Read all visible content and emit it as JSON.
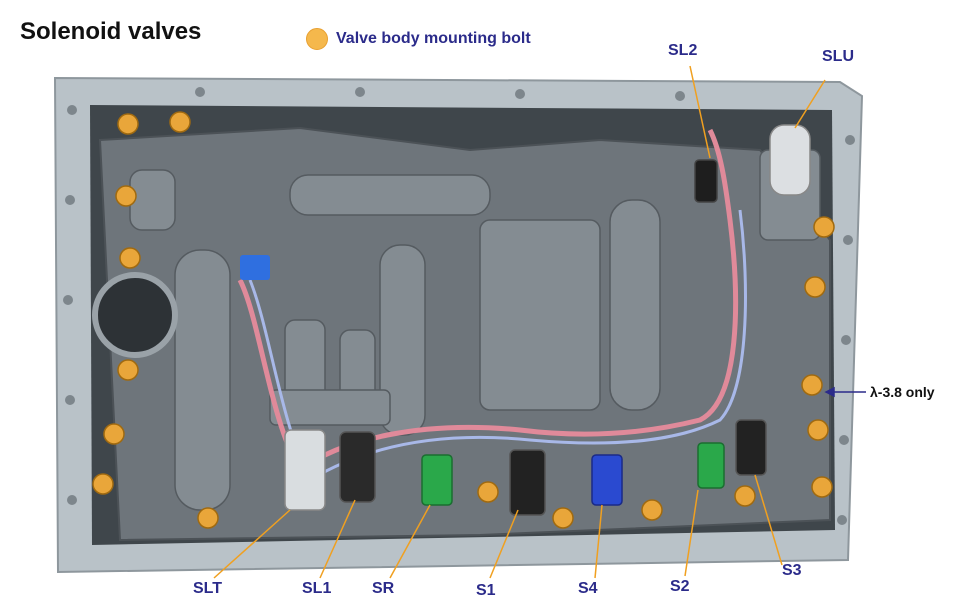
{
  "header": {
    "title": "Solenoid valves",
    "legend_label": "Valve body mounting bolt",
    "legend_color": "#f5b84c"
  },
  "callouts": {
    "slt": "SLT",
    "sl1": "SL1",
    "sr": "SR",
    "s1": "S1",
    "s4": "S4",
    "s2": "S2",
    "s3": "S3",
    "sl2": "SL2",
    "slu": "SLU",
    "note": "λ-3.8 only"
  },
  "colors": {
    "label": "#2b2b8a",
    "leader": "#f0a020",
    "bolt": "#f5b84c",
    "metal": "#6e757b",
    "pan": "#b9c2c8"
  }
}
